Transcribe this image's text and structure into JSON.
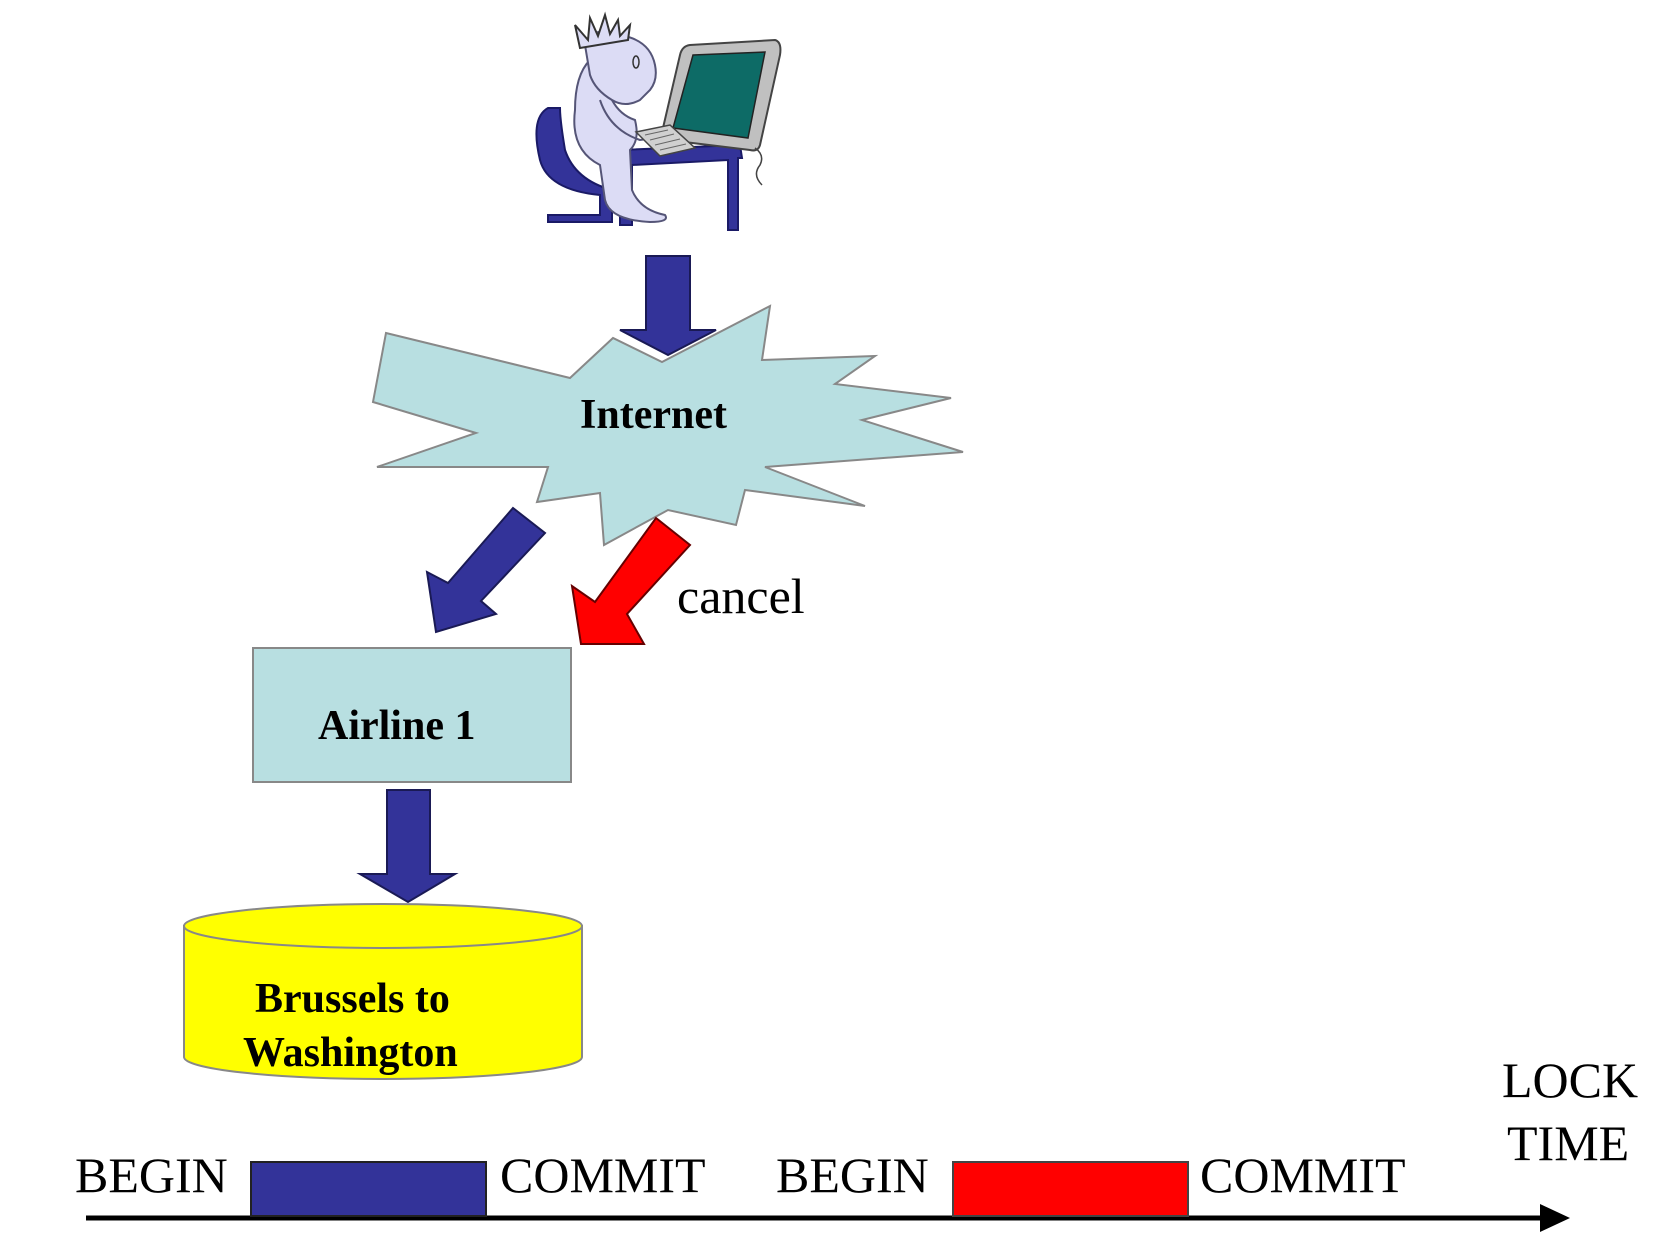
{
  "nodes": {
    "internet": "Internet",
    "airline": "Airline 1",
    "database_line1": "Brussels to",
    "database_line2": "Washington"
  },
  "arrow_labels": {
    "cancel": "cancel"
  },
  "timeline": {
    "axis_line1": "LOCK",
    "axis_line2": "TIME",
    "tx1_begin": "BEGIN",
    "tx1_commit": "COMMIT",
    "tx2_begin": "BEGIN",
    "tx2_commit": "COMMIT"
  },
  "colors": {
    "cloud_fill": "#b8dfe1",
    "airline_fill": "#b8dfe1",
    "database_fill": "#ffff00",
    "arrow_blue": "#333399",
    "arrow_red": "#ff0000",
    "lock_blue": "#333399",
    "lock_red": "#ff0000",
    "monitor_screen": "#0d6b66"
  },
  "icons": {
    "user": "person-at-computer-icon"
  }
}
